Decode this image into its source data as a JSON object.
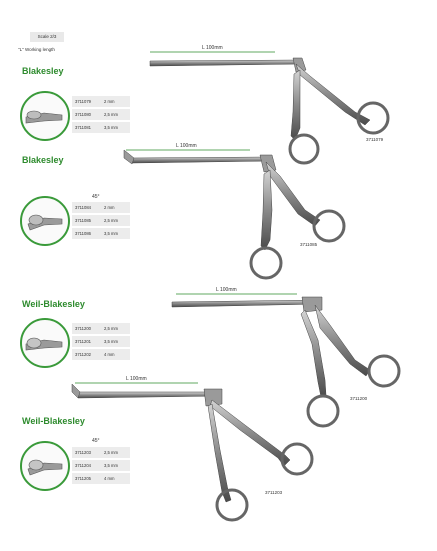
{
  "scale": "Scale 2/3",
  "working_length_note": "\"L\" Working length",
  "sections": [
    {
      "title": "Blakesley",
      "angle": "",
      "rows": [
        {
          "code": "3711079",
          "size": "2 mm"
        },
        {
          "code": "3711080",
          "size": "2,5 mm"
        },
        {
          "code": "3711081",
          "size": "3,5 mm"
        }
      ],
      "instrument_code": "3711079",
      "length_label": "L 100mm"
    },
    {
      "title": "Blakesley",
      "angle": "45°",
      "rows": [
        {
          "code": "3711084",
          "size": "2 mm"
        },
        {
          "code": "3711085",
          "size": "2,5 mm"
        },
        {
          "code": "3711086",
          "size": "3,5 mm"
        }
      ],
      "instrument_code": "3711085",
      "length_label": "L 100mm"
    },
    {
      "title": "Weil-Blakesley",
      "angle": "",
      "rows": [
        {
          "code": "3711200",
          "size": "2,5 mm"
        },
        {
          "code": "3711201",
          "size": "3,5 mm"
        },
        {
          "code": "3711202",
          "size": "4 mm"
        }
      ],
      "instrument_code": "3711200",
      "length_label": "L 100mm"
    },
    {
      "title": "Weil-Blakesley",
      "angle": "45°",
      "rows": [
        {
          "code": "3711203",
          "size": "2,5 mm"
        },
        {
          "code": "3711204",
          "size": "3,5 mm"
        },
        {
          "code": "3711205",
          "size": "4 mm"
        }
      ],
      "instrument_code": "3711203",
      "length_label": "L 100mm"
    }
  ],
  "colors": {
    "title_green": "#2e8b2e",
    "table_bg": "#ececec",
    "metal": "#8a8a8a"
  }
}
